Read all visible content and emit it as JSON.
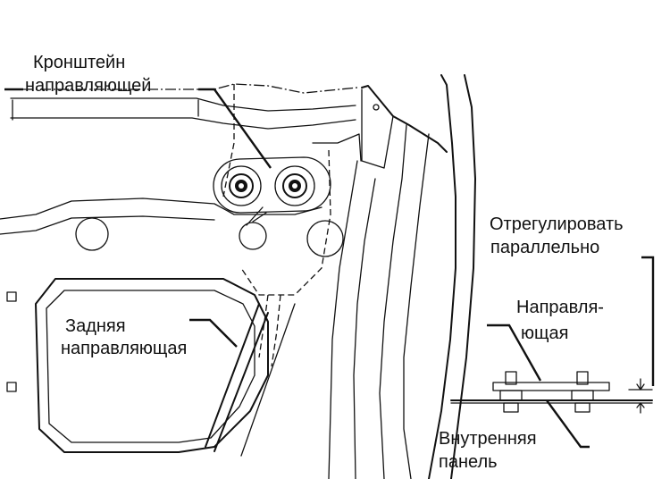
{
  "labels": {
    "bracket_line1": "Кронштейн",
    "bracket_line2": "направляющей",
    "rear_guide_line1": "Задняя",
    "rear_guide_line2": "направляющая",
    "adjust_line1": "Отрегулировать",
    "adjust_line2": "параллельно",
    "guide_line1": "Направля-",
    "guide_line2": "ющая",
    "inner_panel_line1": "Внутренняя",
    "inner_panel_line2": "панель"
  }
}
